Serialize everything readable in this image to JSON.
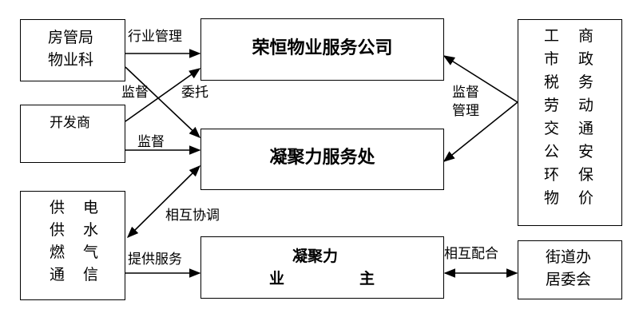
{
  "boxes": {
    "housing_dept_line1": "房管局",
    "housing_dept_line2": "物业科",
    "developer": "开发商",
    "utilities": [
      [
        "供",
        "电"
      ],
      [
        "供",
        "水"
      ],
      [
        "燃",
        "气"
      ],
      [
        "通",
        "信"
      ]
    ],
    "company": "荣恒物业服务公司",
    "service_office": "凝聚力服务处",
    "owner_line1": "凝聚力",
    "owner_line2_a": "业",
    "owner_line2_b": "主",
    "community_line1": "街道办",
    "community_line2": "居委会",
    "gov_columns": [
      [
        "工",
        "市",
        "税",
        "劳",
        "交",
        "公",
        "环",
        "物"
      ],
      [
        "商",
        "政",
        "务",
        "动",
        "通",
        "安",
        "保",
        "价"
      ]
    ]
  },
  "edge_labels": {
    "industry_mgmt": "行业管理",
    "supervise_1": "监督",
    "entrust": "委托",
    "supervise_2": "监督",
    "supervise_mgmt_line1": "监督",
    "supervise_mgmt_line2": "管理",
    "mutual_coord": "相互协调",
    "provide_service": "提供服务",
    "mutual_coop": "相互配合"
  }
}
